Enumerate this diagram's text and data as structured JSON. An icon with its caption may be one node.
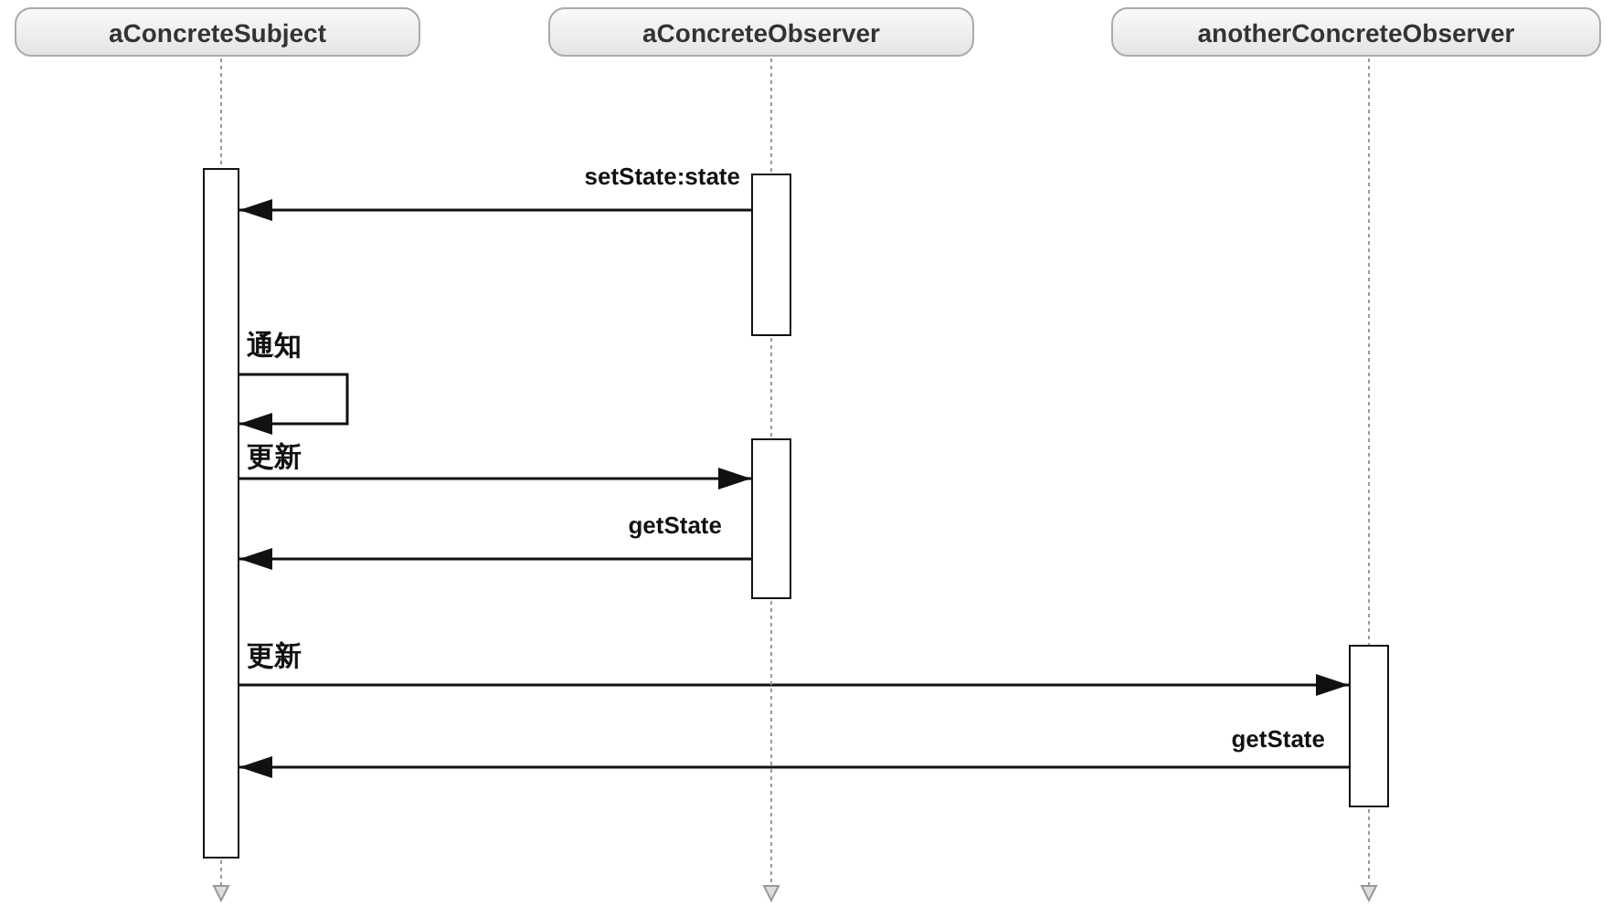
{
  "diagram": {
    "nodes": [
      {
        "text": [
          "aConcreteSubject"
        ]
      },
      {
        "text": [
          "aConcreteObserver"
        ]
      },
      {
        "text": [
          "anotherConcreteObserver"
        ]
      },
      {
        "text": [],
        "shape": "bar"
      },
      {
        "text": [],
        "shape": "bar"
      },
      {
        "text": [],
        "shape": "bar"
      },
      {
        "text": [],
        "shape": "bar"
      }
    ],
    "edges": [
      {
        "from": 4,
        "to": 3,
        "arrow": "to",
        "label": "setState:state",
        "color": "#111111"
      },
      {
        "from": 3,
        "to": 3,
        "arrow": "to",
        "label": "通知",
        "color": "#111111"
      },
      {
        "from": 3,
        "to": 5,
        "arrow": "to",
        "label": "更新",
        "color": "#111111"
      },
      {
        "from": 5,
        "to": 3,
        "arrow": "to",
        "label": "getState",
        "color": "#111111"
      },
      {
        "from": 3,
        "to": 6,
        "arrow": "to",
        "label": "更新",
        "color": "#111111"
      },
      {
        "from": 6,
        "to": 3,
        "arrow": "to",
        "label": "getState",
        "color": "#111111"
      },
      {
        "from": 0,
        "to": 3,
        "arrow": "none",
        "style": "dashed",
        "color": "#999999"
      },
      {
        "from": 3,
        "to": null,
        "arrow": "to",
        "style": "dashed",
        "color": "#999999"
      },
      {
        "from": 1,
        "to": 4,
        "arrow": "none",
        "style": "dashed",
        "color": "#999999"
      },
      {
        "from": 4,
        "to": 5,
        "arrow": "none",
        "style": "dashed",
        "color": "#999999"
      },
      {
        "from": 5,
        "to": null,
        "arrow": "to",
        "style": "dashed",
        "color": "#999999"
      },
      {
        "from": 2,
        "to": 6,
        "arrow": "none",
        "style": "dashed",
        "color": "#999999"
      },
      {
        "from": 6,
        "to": null,
        "arrow": "to",
        "style": "dashed",
        "color": "#999999"
      }
    ]
  }
}
